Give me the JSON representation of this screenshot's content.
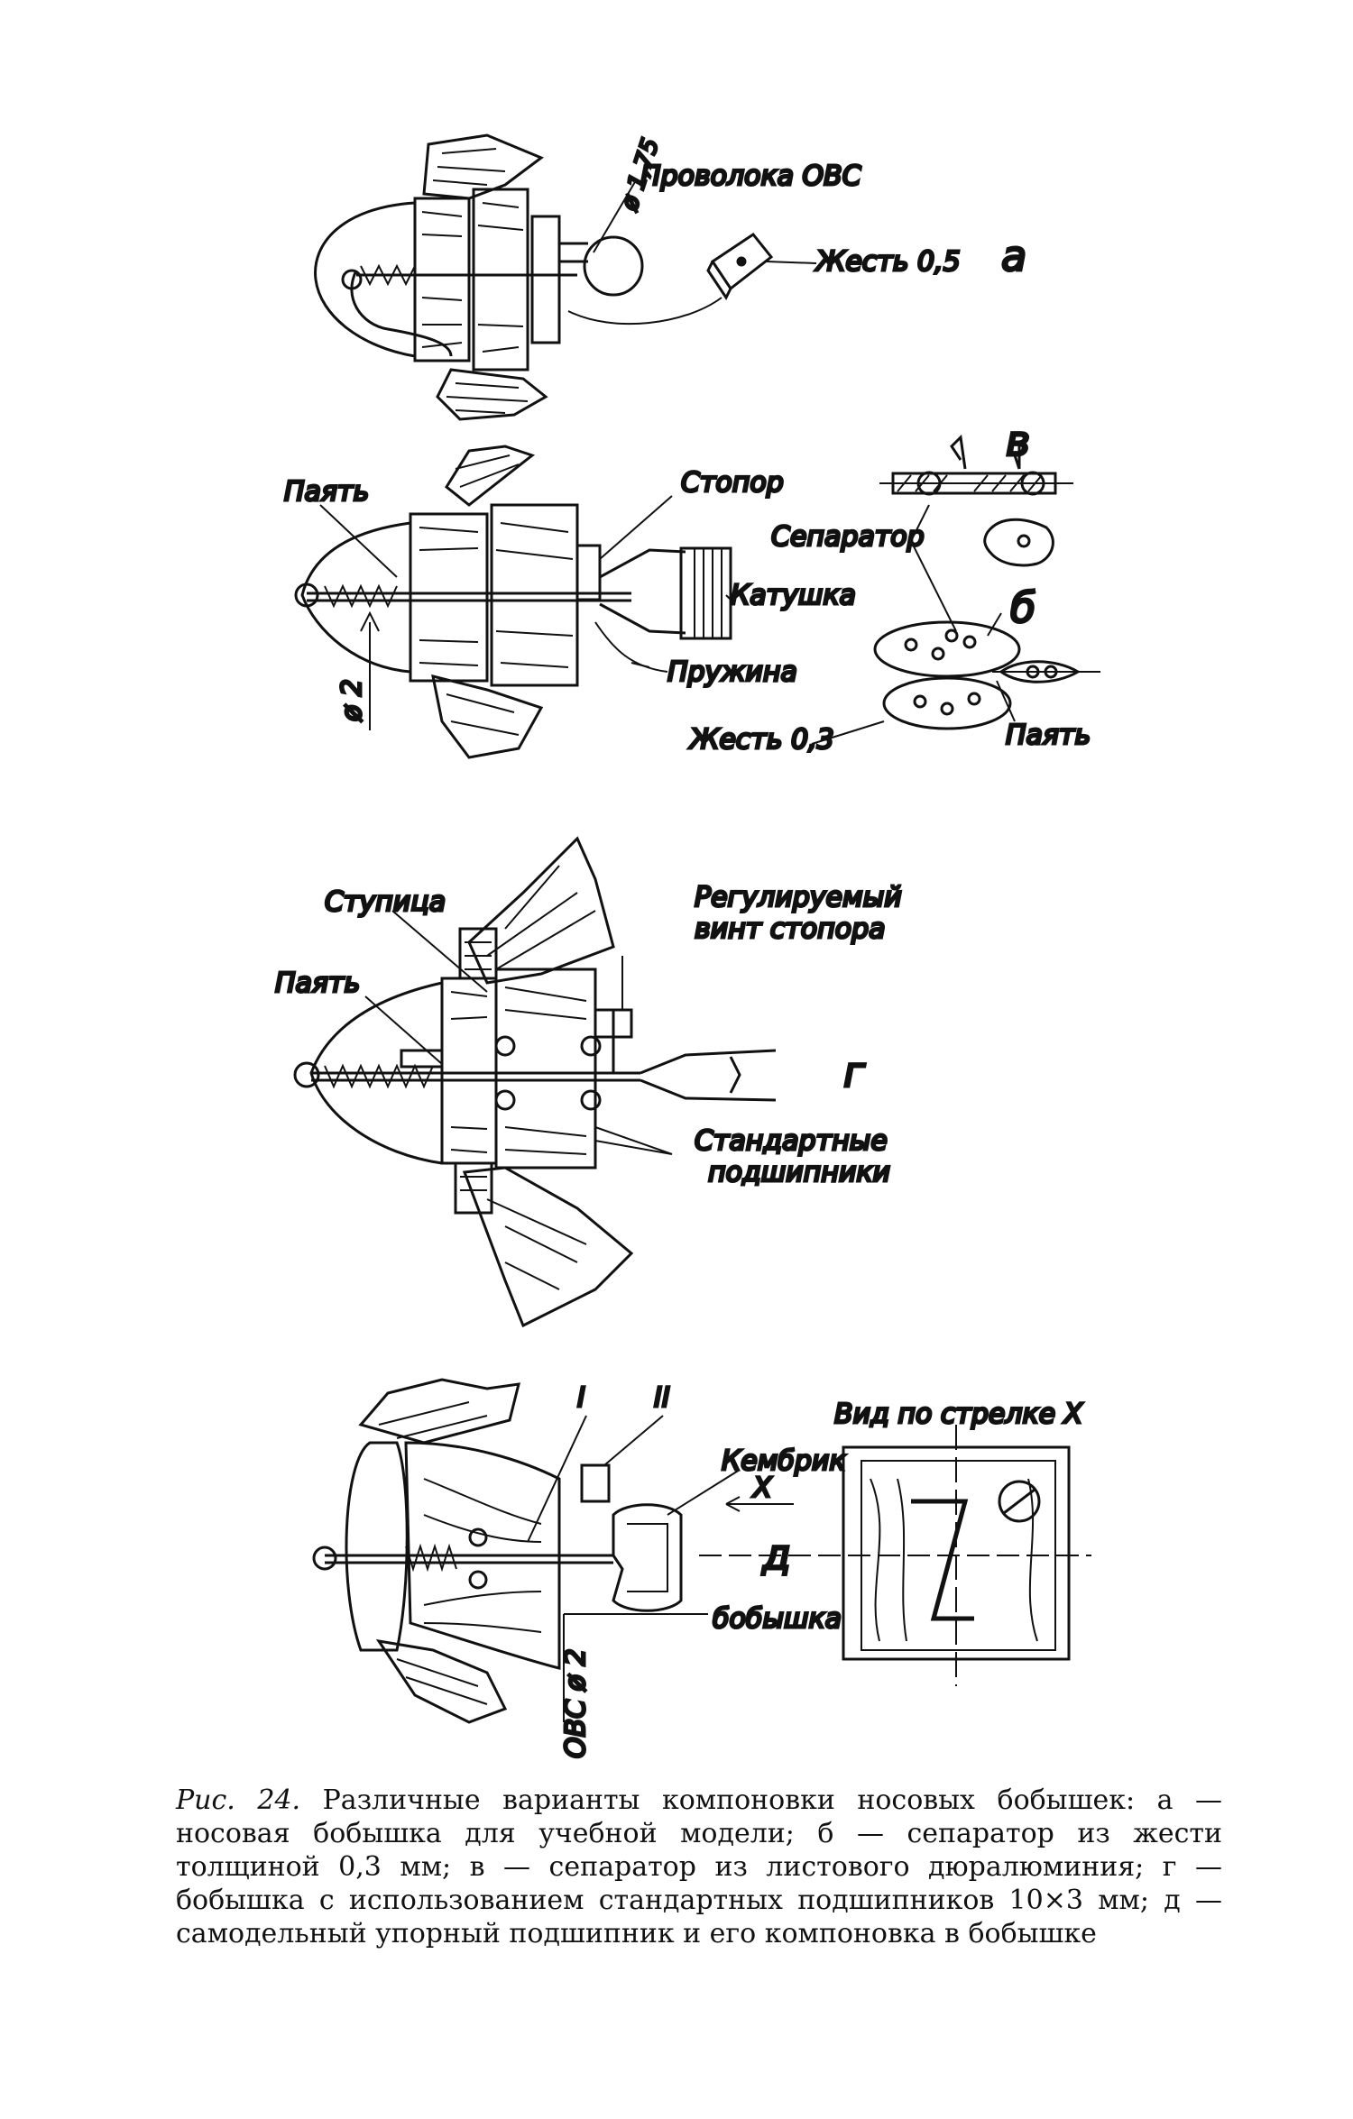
{
  "figure": {
    "panel_a": {
      "letter": "а",
      "labels": {
        "diameter": "ø 1,75",
        "wire": "Проволока ОВС",
        "tin": "Жесть 0,5"
      }
    },
    "panel_b": {
      "letters": {
        "b": "б",
        "v": "в"
      },
      "labels": {
        "solder_left": "Паять",
        "stopper": "Стопор",
        "coil": "Катушка",
        "spring": "Пружина",
        "separator": "Сепаратор",
        "diameter": "ø 2",
        "tin": "Жесть 0,3",
        "solder_right": "Паять"
      }
    },
    "panel_g": {
      "letter": "г",
      "labels": {
        "hub": "Ступица",
        "solder": "Паять",
        "screw_line1": "Регулируемый",
        "screw_line2": "винт стопора",
        "bearings_line1": "Стандартные",
        "bearings_line2": "подшипники"
      }
    },
    "panel_d": {
      "labels": {
        "part1": "I",
        "part2": "II",
        "view": "Вид по стрелке Х",
        "cambric": "Кембрик",
        "x_arrow": "Х",
        "axis": "д",
        "boss": "бобышка",
        "wire": "ОВС ø 2"
      }
    }
  },
  "caption": {
    "label": "Рис. 24.",
    "text": " Различные варианты компоновки носовых бобышек: а — носовая бобышка для учебной модели; б — сепаратор из жести толщиной 0,3 мм; в — сепаратор из листового дюралюминия; г — бобышка с использованием стандартных подшипников 10×3 мм; д — самодельный упорный подшипник и его компоновка в бобышке"
  }
}
